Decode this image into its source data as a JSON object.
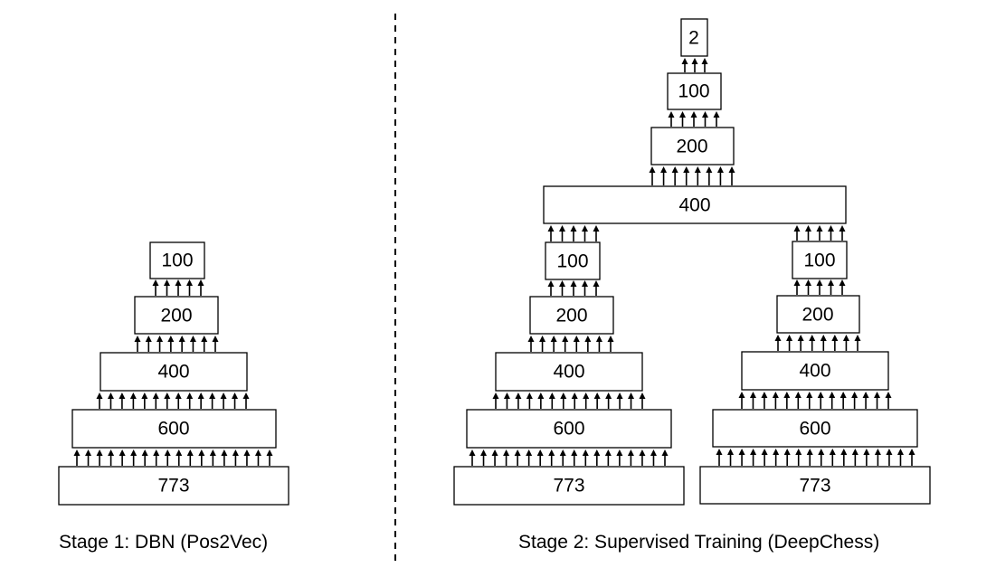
{
  "stage1": {
    "caption": "Stage 1: DBN (Pos2Vec)",
    "layers": [
      "773",
      "600",
      "400",
      "200",
      "100"
    ]
  },
  "stage2": {
    "caption": "Stage 2: Supervised Training (DeepChess)",
    "left_tower": [
      "773",
      "600",
      "400",
      "200",
      "100"
    ],
    "right_tower": [
      "773",
      "600",
      "400",
      "200",
      "100"
    ],
    "merged_layers": [
      "400",
      "200",
      "100",
      "2"
    ]
  }
}
